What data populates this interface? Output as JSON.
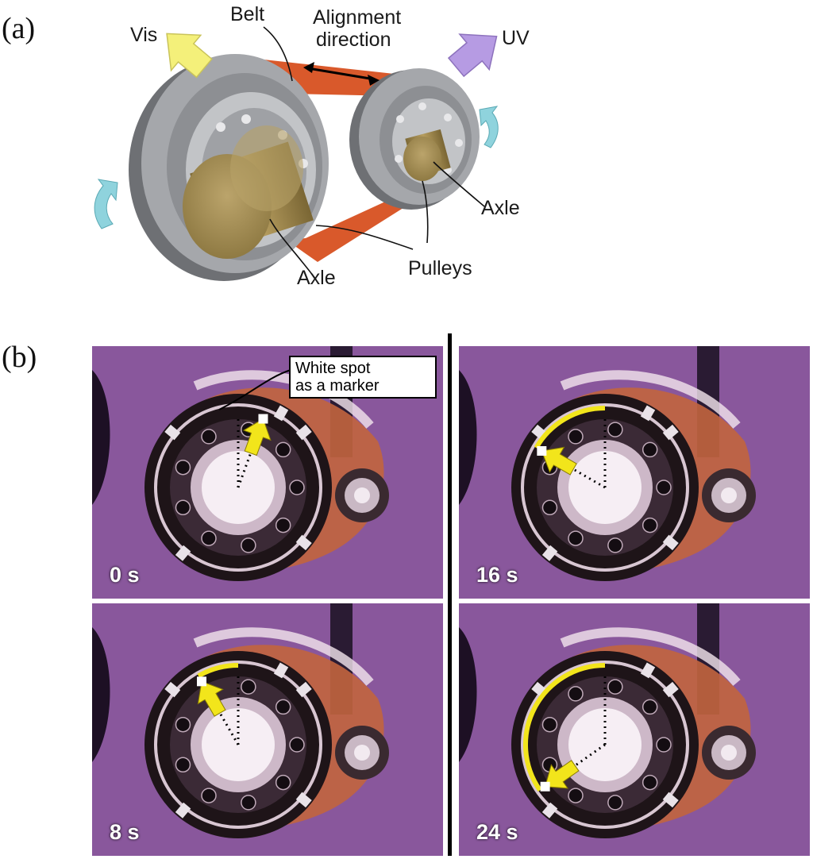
{
  "panel_a": {
    "label": "(a)",
    "callouts": {
      "vis": "Vis",
      "belt": "Belt",
      "alignment": "Alignment",
      "direction": "direction",
      "uv": "UV",
      "axle_right": "Axle",
      "axle_left": "Axle",
      "pulleys": "Pulleys"
    }
  },
  "panel_b": {
    "label": "(b)",
    "marker_note_line1": "White spot",
    "marker_note_line2": "as a marker",
    "frames": [
      {
        "time": "0 s"
      },
      {
        "time": "16 s"
      },
      {
        "time": "8 s"
      },
      {
        "time": "24 s"
      }
    ]
  },
  "colors": {
    "belt": "#d9592b",
    "pulley": "#9b9da1",
    "axle": "#a48b50",
    "vis_arrow": "#f4f07a",
    "uv_arrow": "#b69be3",
    "rotation_arrow": "#8fd3dd",
    "photo_bg": "#7a4b8f",
    "marker_arrow": "#f2e51b"
  }
}
